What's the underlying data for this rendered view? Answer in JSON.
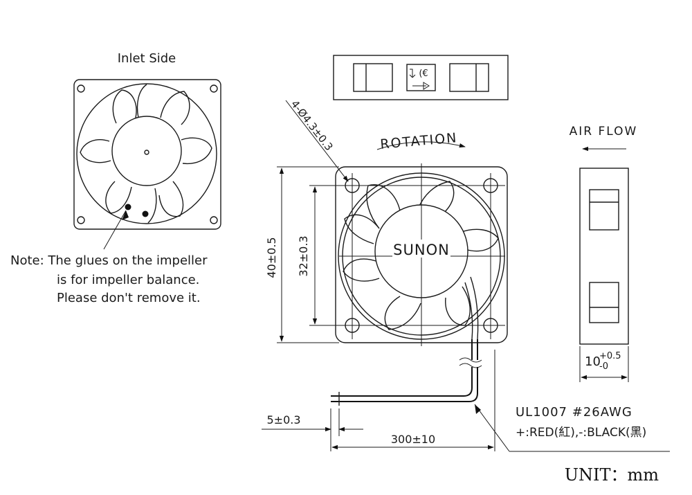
{
  "inlet_title": "Inlet Side",
  "note": {
    "line1": "Note:  The  glues  on  the  impeller",
    "line2": "is  for  impeller  balance.",
    "line3": "Please  don't  remove  it."
  },
  "front": {
    "brand": "SUNON",
    "rotation": "ROTATION",
    "hole_spec": "4-Ø4.3±0.3",
    "dim_outer": "40±0.5",
    "dim_pitch": "32±0.3"
  },
  "side": {
    "air_flow": "AIR FLOW",
    "thickness_base": "10",
    "thickness_upper": "+0.5",
    "thickness_lower": "-0"
  },
  "wire": {
    "strip": "5±0.3",
    "length": "300±10",
    "type": "UL1007  #26AWG",
    "colors": "+:RED(紅),-:BLACK(黑)"
  },
  "unit": "UNIT：mm"
}
